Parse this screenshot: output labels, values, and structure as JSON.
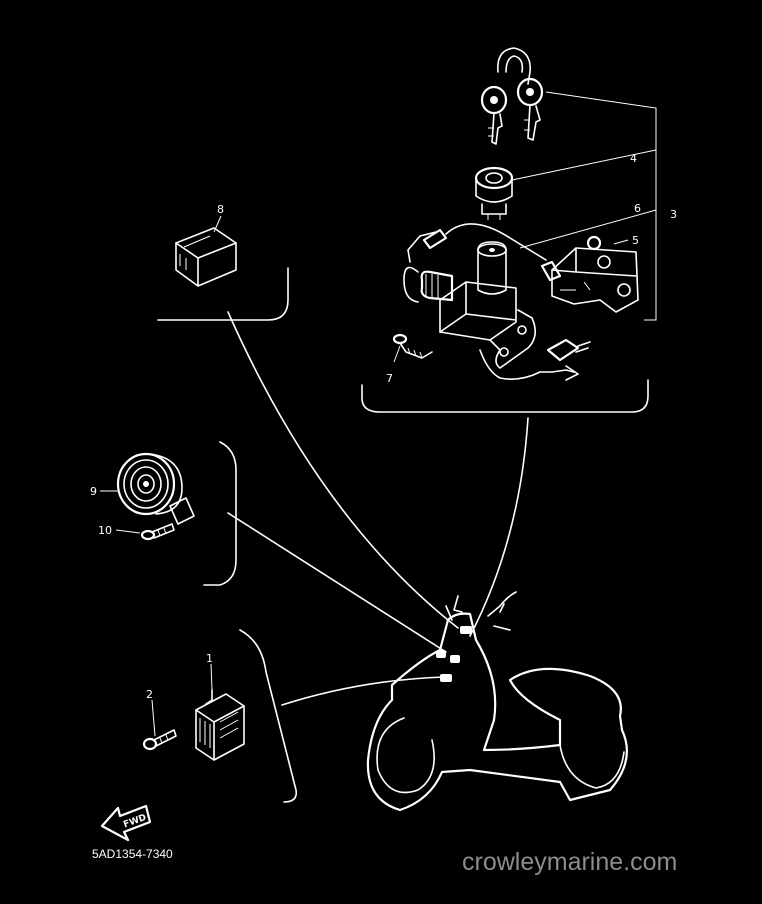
{
  "callouts": {
    "c1": "1",
    "c2": "2",
    "c3": "3",
    "c4": "4",
    "c5": "5",
    "c6": "6",
    "c7": "7",
    "c8": "8",
    "c9": "9",
    "c10": "10"
  },
  "arrow_label": "FWD",
  "diagram_code": "5AD1354-7340",
  "watermark": "crowleymarine.com",
  "colors": {
    "background": "#000000",
    "line": "#ffffff",
    "watermark": "#8c8c8c"
  }
}
